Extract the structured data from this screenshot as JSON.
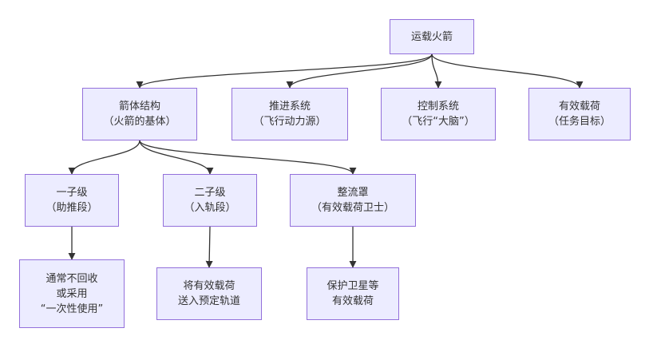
{
  "nodes": {
    "rocket": {
      "lines": [
        "运载火箭"
      ]
    },
    "structure": {
      "lines": [
        "箭体结构",
        "（火箭的基体）"
      ]
    },
    "propulsion": {
      "lines": [
        "推进系统",
        "（飞行动力源）"
      ]
    },
    "control": {
      "lines": [
        "控制系统",
        "（飞行“大脑”）"
      ]
    },
    "payload": {
      "lines": [
        "有效载荷",
        "（任务目标）"
      ]
    },
    "stage1": {
      "lines": [
        "一子级",
        "（助推段）"
      ]
    },
    "stage2": {
      "lines": [
        "二子级",
        "（入轨段）"
      ]
    },
    "fairing": {
      "lines": [
        "整流罩",
        "（有效载荷卫士）"
      ]
    },
    "stage1_note": {
      "lines": [
        "通常不回收",
        "或采用",
        "“一次性使用”"
      ]
    },
    "stage2_note": {
      "lines": [
        "将有效载荷",
        "送入预定轨道"
      ]
    },
    "fairing_note": {
      "lines": [
        "保护卫星等",
        "有效载荷"
      ]
    }
  },
  "edges": [
    {
      "from": "rocket",
      "to": "structure"
    },
    {
      "from": "rocket",
      "to": "propulsion"
    },
    {
      "from": "rocket",
      "to": "control"
    },
    {
      "from": "rocket",
      "to": "payload"
    },
    {
      "from": "structure",
      "to": "stage1"
    },
    {
      "from": "structure",
      "to": "stage2"
    },
    {
      "from": "structure",
      "to": "fairing"
    },
    {
      "from": "stage1",
      "to": "stage1_note"
    },
    {
      "from": "stage2",
      "to": "stage2_note"
    },
    {
      "from": "fairing",
      "to": "fairing_note"
    }
  ],
  "colors": {
    "node_fill": "#ececff",
    "node_border": "#9370db",
    "edge": "#333333",
    "text": "#333333"
  }
}
